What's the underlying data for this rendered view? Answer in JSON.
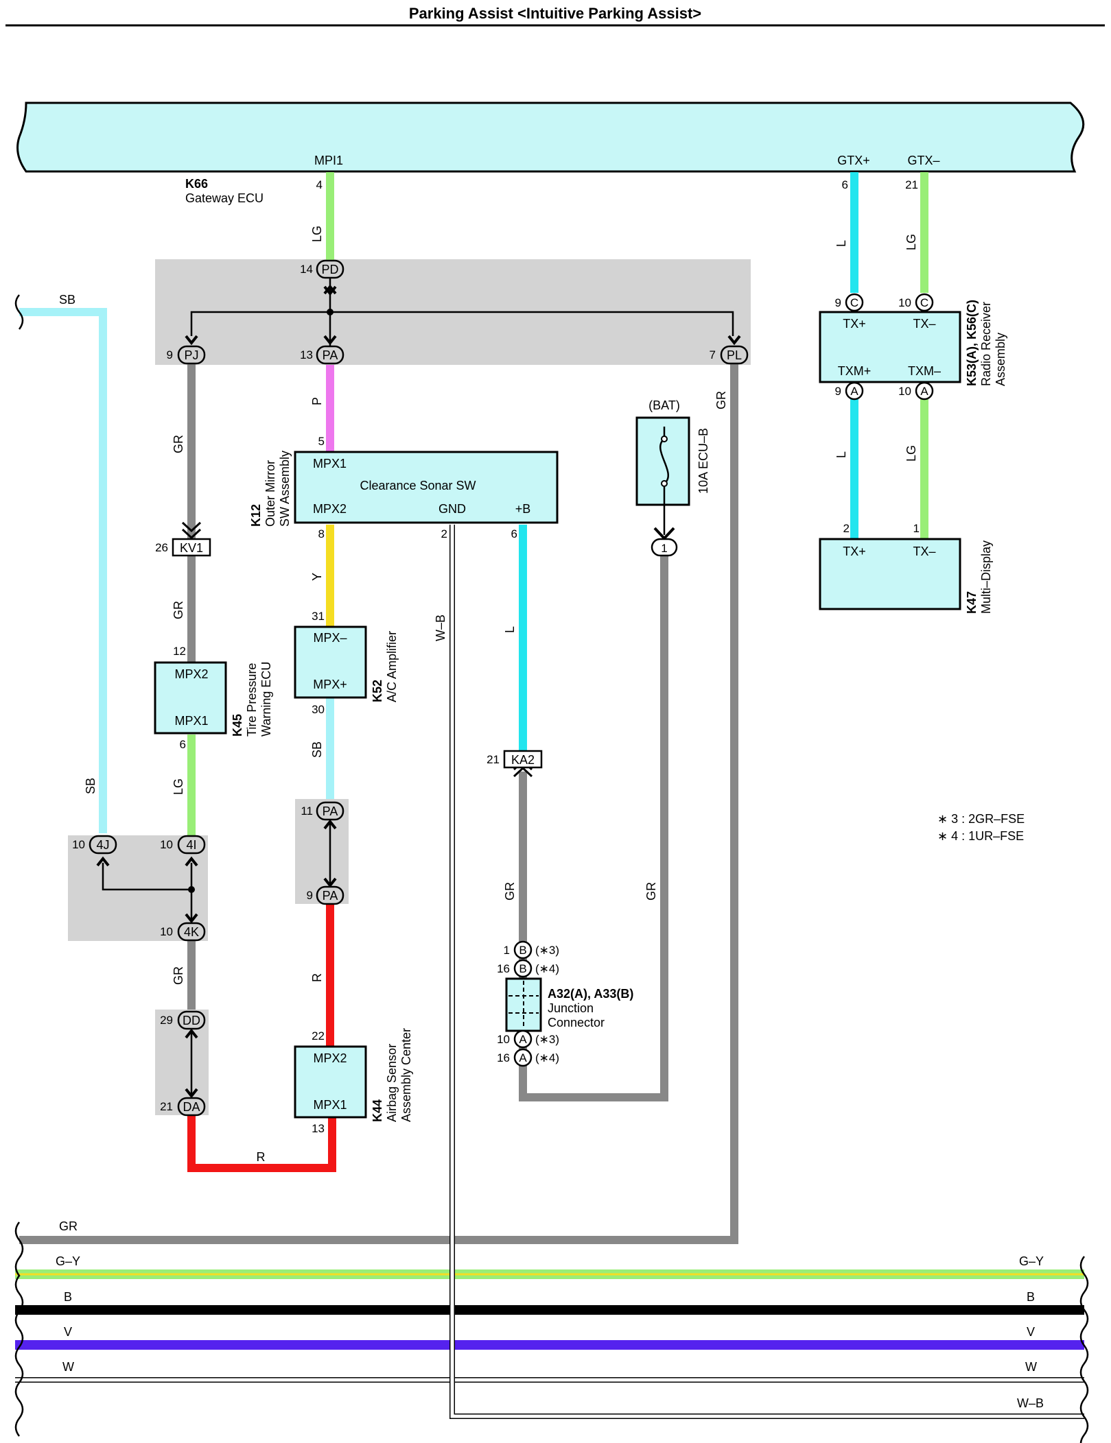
{
  "title": "Parking Assist <Intuitive Parking Assist>",
  "wire_colors": {
    "LG": "#99ee77",
    "L": "#22e5ee",
    "P": "#ee77ee",
    "Y": "#f5dd22",
    "SB": "#a6f2f8",
    "R": "#f21616",
    "GR": "#888888",
    "B": "#000000",
    "V": "#5522ee",
    "W": "#ffffff",
    "G-Y": "#99ee77"
  },
  "component_fill": "#c8f7f7",
  "junction_fill": "#d3d3d3",
  "gateway": {
    "code": "K66",
    "name": "Gateway ECU",
    "term_mpi1": "MPI1",
    "term_gtxp": "GTX+",
    "term_gtxm": "GTX–",
    "pin_mpi1": "4",
    "pin_gtxp": "6",
    "pin_gtxm": "21"
  },
  "radio": {
    "code": "K53(A), K56(C)",
    "name1": "Radio Receiver",
    "name2": "Assembly",
    "t_txp": "TX+",
    "t_txm": "TX–",
    "t_txmp": "TXM+",
    "t_txmm": "TXM–",
    "pin_c9": "9",
    "pin_c10": "10",
    "pin_a9": "9",
    "pin_a10": "10",
    "conn_c": "C",
    "conn_a": "A"
  },
  "multidisplay": {
    "code": "K47",
    "name": "Multi–Display",
    "t_txp": "TX+",
    "t_txm": "TX–",
    "pin2": "2",
    "pin1": "1"
  },
  "sonar": {
    "code": "K12",
    "name1": "Outer Mirror",
    "name2": "SW Assembly",
    "label": "Clearance Sonar SW",
    "t_mpx1": "MPX1",
    "t_mpx2": "MPX2",
    "t_gnd": "GND",
    "t_b": "+B",
    "pin5": "5",
    "pin8": "8",
    "pin2": "2",
    "pin6": "6"
  },
  "ac": {
    "code": "K52",
    "name": "A/C Amplifier",
    "t_m": "MPX–",
    "t_p": "MPX+",
    "pin31": "31",
    "pin30": "30"
  },
  "tpms": {
    "code": "K45",
    "name1": "Tire Pressure",
    "name2": "Warning ECU",
    "t_mpx2": "MPX2",
    "t_mpx1": "MPX1",
    "pin12": "12",
    "pin6": "6"
  },
  "airbag": {
    "code": "K44",
    "name1": "Airbag Sensor",
    "name2": "Assembly Center",
    "t_mpx2": "MPX2",
    "t_mpx1": "MPX1",
    "pin22": "22",
    "pin13": "13"
  },
  "fuse": {
    "source": "(BAT)",
    "name": "10A ECU–B",
    "pin": "1"
  },
  "junction": {
    "code": "A32(A), A33(B)",
    "name1": "Junction",
    "name2": "Connector",
    "p1": "1",
    "p16a": "16",
    "p10": "10",
    "p16b": "16",
    "cB": "B",
    "cA": "A",
    "n3": "(∗3)",
    "n4": "(∗4)"
  },
  "connectors": {
    "pd": "PD",
    "pd_pin": "14",
    "pj": "PJ",
    "pj_pin": "9",
    "pa": "PA",
    "pa_pin": "13",
    "pl": "PL",
    "pl_pin": "7",
    "kv1": "KV1",
    "kv1_pin": "26",
    "ka2": "KA2",
    "ka2_pin": "21",
    "pa11": "PA",
    "pa11_pin": "11",
    "pa9": "PA",
    "pa9_pin": "9",
    "c4j": "4J",
    "c4j_pin": "10",
    "c4i": "4I",
    "c4i_pin": "10",
    "c4k": "4K",
    "c4k_pin": "10",
    "dd": "DD",
    "dd_pin": "29",
    "da": "DA",
    "da_pin": "21"
  },
  "wire_labels": {
    "lg": "LG",
    "l": "L",
    "p": "P",
    "gr": "GR",
    "y": "Y",
    "sb": "SB",
    "r": "R",
    "wb": "W–B",
    "gy": "G–Y",
    "b": "B",
    "v": "V",
    "w": "W"
  },
  "notes": {
    "n3": "∗ 3 : 2GR–FSE",
    "n4": "∗ 4 : 1UR–FSE"
  }
}
